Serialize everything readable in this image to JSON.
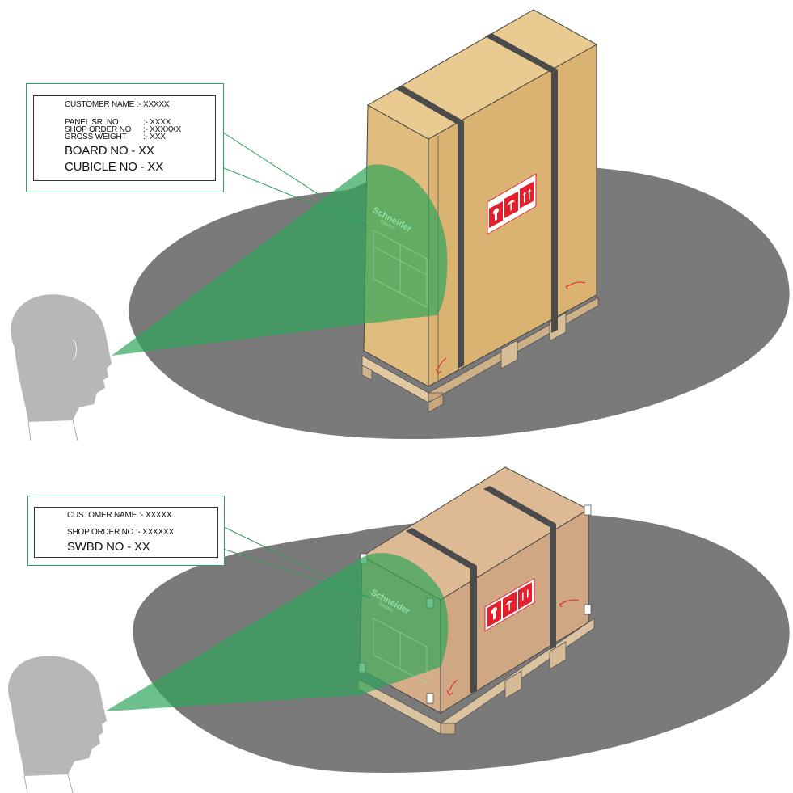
{
  "label_top": {
    "customer_name": "CUSTOMER NAME :- XXXXX",
    "panel_sr_label": "PANEL SR. NO",
    "panel_sr_value": ":- XXXX",
    "shop_order_label": "SHOP ORDER NO",
    "shop_order_value": ":- XXXXXX",
    "gross_weight_label": "GROSS WEIGHT",
    "gross_weight_value": ":- XXX",
    "board_no": "BOARD NO - XX",
    "cubicle_no": "CUBICLE NO - XX"
  },
  "label_bottom": {
    "customer_name": "CUSTOMER NAME :- XXXXX",
    "shop_order": "SHOP ORDER NO  :- XXXXXX",
    "swbd_no": "SWBD NO  - XX"
  },
  "brand": {
    "name": "Schneider",
    "sub": "Electric"
  },
  "colors": {
    "box_front": "#e0bc7e",
    "box_side": "#d9b274",
    "box_top": "#e8c98f",
    "box2_front": "#d6ad88",
    "box2_top": "#dcb892",
    "shadow": "#7a7a7a",
    "view_cone": "#2fa55a",
    "label_border": "#2e9e5a",
    "head": "#b7b7b7",
    "warning_red": "#e4202c"
  }
}
